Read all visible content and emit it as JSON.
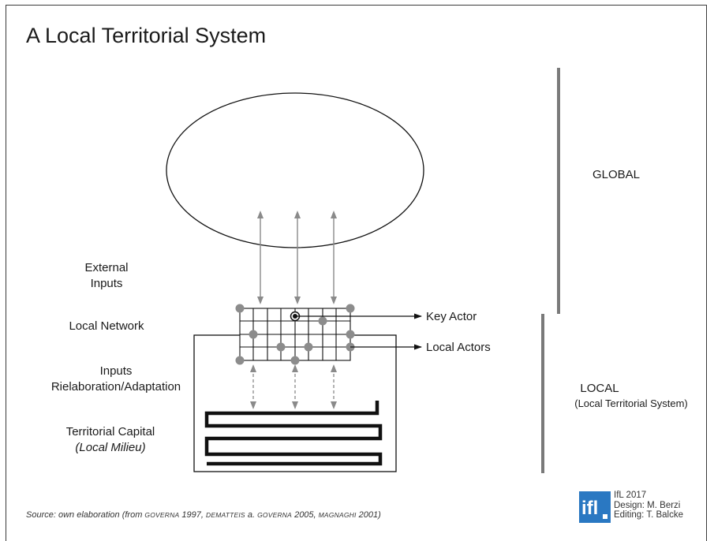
{
  "title": "A Local Territorial System",
  "labels": {
    "global": "GLOBAL",
    "local": "LOCAL",
    "local_sub": "(Local Territorial System)",
    "external_inputs_1": "External",
    "external_inputs_2": "Inputs",
    "local_network": "Local Network",
    "inputs_1": "Inputs",
    "inputs_2": "Rielaboration/Adaptation",
    "territorial_capital": "Territorial Capital",
    "local_milieu": "(Local Milieu)",
    "key_actor": "Key Actor",
    "local_actors": "Local Actors"
  },
  "source": {
    "prefix": "Source: own elaboration (from ",
    "a1": "Governa",
    "y1": " 1997, ",
    "a2": "Dematteis",
    "mid": " a. ",
    "a3": "Governa",
    "y2": " 2005, ",
    "a4": "Magnaghi",
    "y3": " 2001)"
  },
  "logo": {
    "text": "ifl",
    "color": "#2a78c2"
  },
  "credits": {
    "line1": "IfL 2017",
    "line2": "Design: M. Berzi",
    "line3": "Editing: T. Balcke"
  },
  "colors": {
    "node_gray": "#8c8c8c",
    "arrow_gray": "#8a8a8a",
    "scale_bar": "#7a7a7a",
    "line": "#111111"
  }
}
